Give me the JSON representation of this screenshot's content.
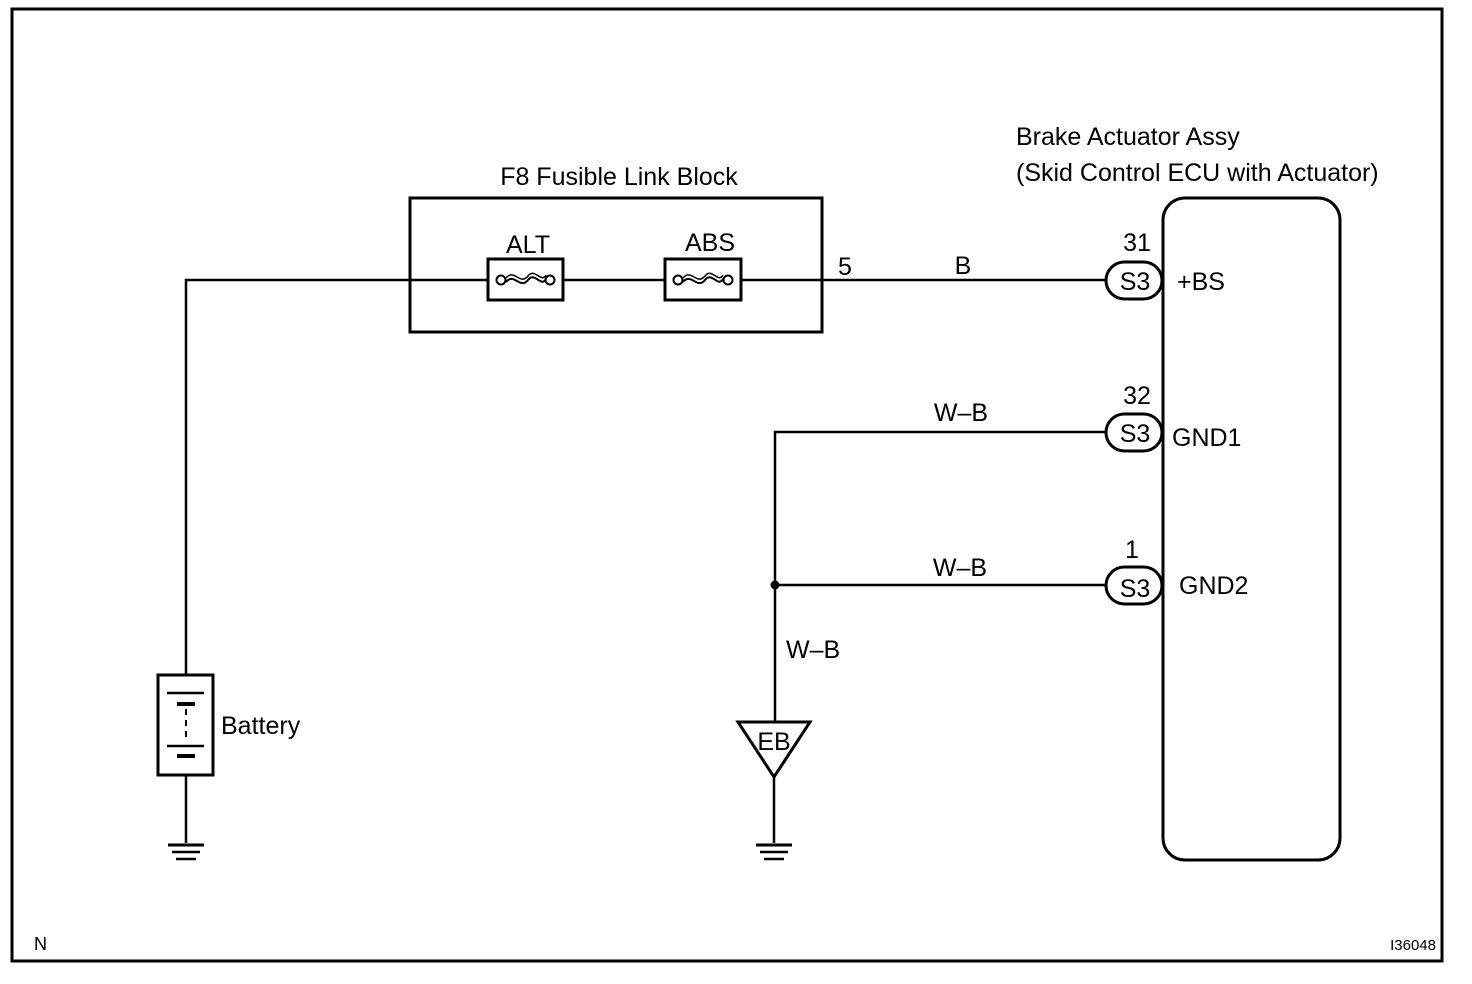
{
  "fusible_link_block": {
    "title": "F8 Fusible Link Block",
    "fuses": [
      "ALT",
      "ABS"
    ],
    "output_pin": "5"
  },
  "ecu": {
    "title_line1": "Brake Actuator Assy",
    "title_line2": "(Skid Control ECU with Actuator)",
    "terminals": [
      {
        "pin": "31",
        "connector": "S3",
        "name": "+BS",
        "wire_color": "B"
      },
      {
        "pin": "32",
        "connector": "S3",
        "name": "GND1",
        "wire_color": "W–B"
      },
      {
        "pin": "1",
        "connector": "S3",
        "name": "GND2",
        "wire_color": "W–B"
      }
    ]
  },
  "battery": {
    "label": "Battery"
  },
  "ground_wire_color": "W–B",
  "ground_point": "EB",
  "corner_left": "N",
  "figure_id": "I36048"
}
